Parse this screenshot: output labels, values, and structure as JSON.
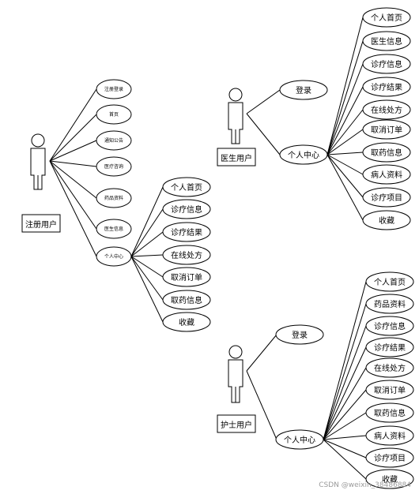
{
  "diagrams": [
    {
      "actor_label": "注册用户",
      "use_cases": [
        "注册登录",
        "首页",
        "通知公告",
        "医疗咨询",
        "药品资料",
        "医生信息",
        "个人中心"
      ],
      "sub_use_cases": [
        "个人首页",
        "诊疗信息",
        "诊疗结果",
        "在线处方",
        "取消订单",
        "取药信息",
        "收藏"
      ]
    },
    {
      "actor_label": "医生用户",
      "use_cases": [
        "登录",
        "个人中心"
      ],
      "sub_use_cases": [
        "个人首页",
        "医生信息",
        "诊疗信息",
        "诊疗结果",
        "在线处方",
        "取消订单",
        "取药信息",
        "病人资料",
        "诊疗项目",
        "收藏"
      ]
    },
    {
      "actor_label": "护士用户",
      "use_cases": [
        "登录",
        "个人中心"
      ],
      "sub_use_cases": [
        "个人首页",
        "药品资料",
        "诊疗信息",
        "诊疗结果",
        "在线处方",
        "取消订单",
        "取药信息",
        "病人资料",
        "诊疗项目",
        "收藏"
      ]
    }
  ],
  "watermark": "CSDN @weixin_38486884"
}
